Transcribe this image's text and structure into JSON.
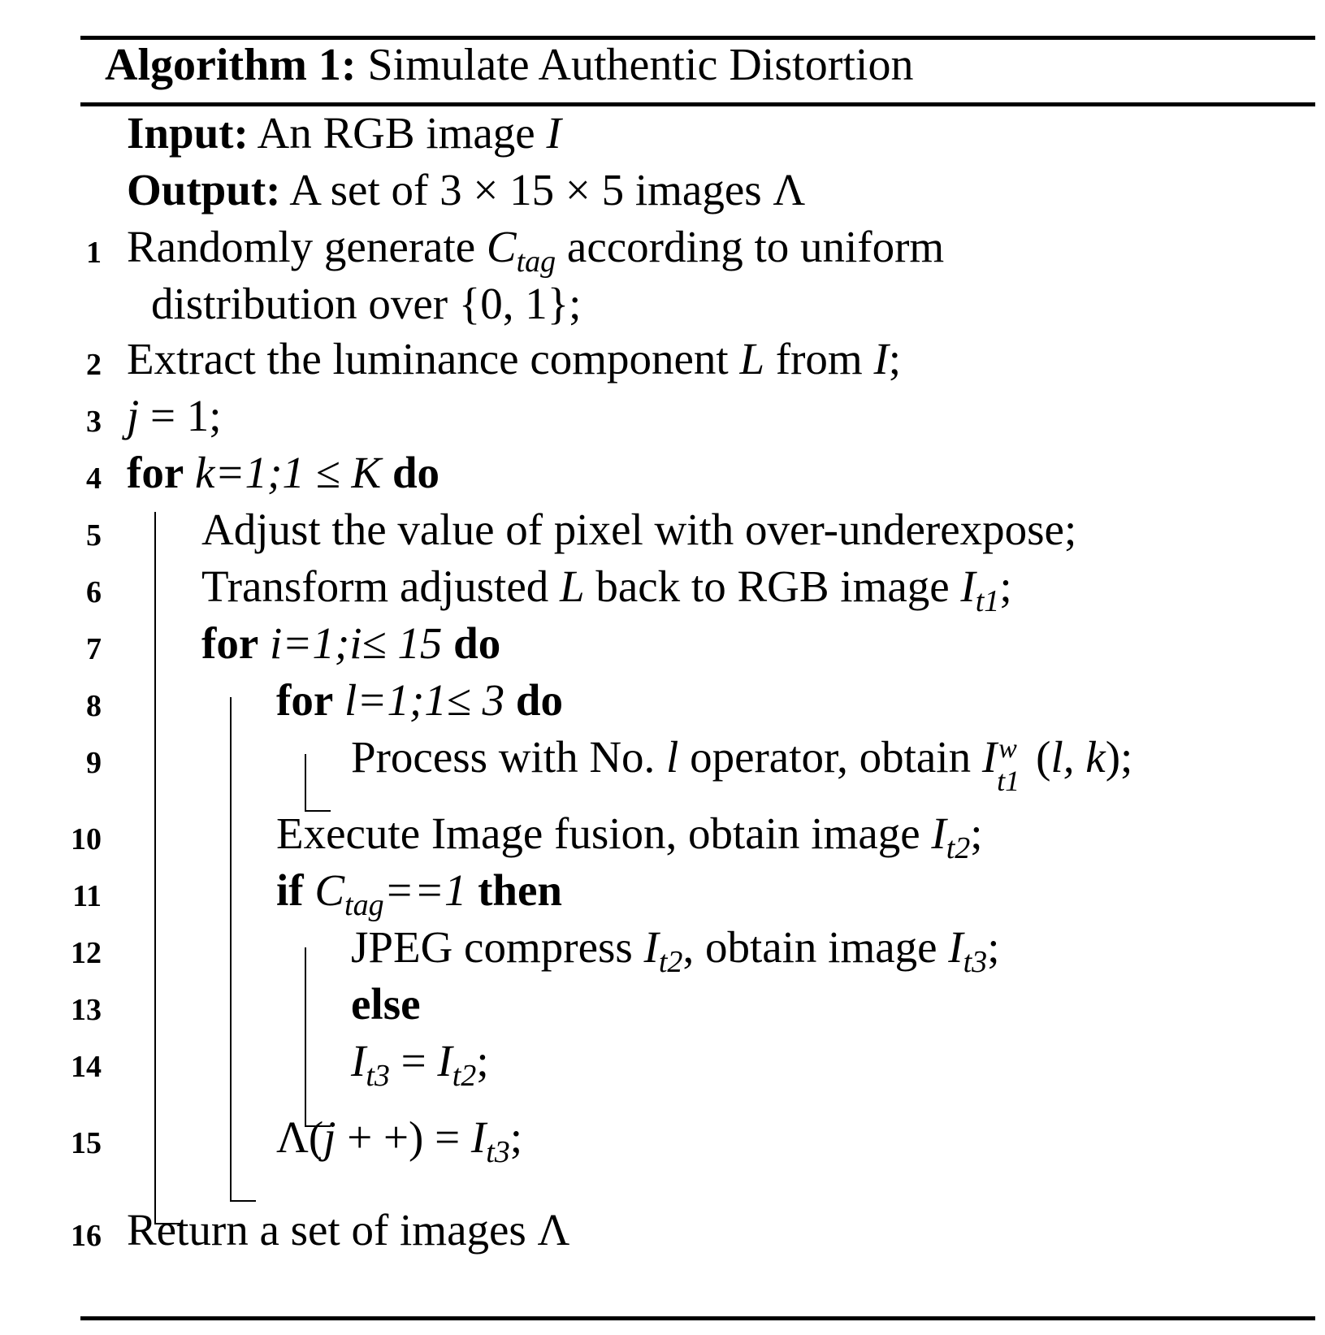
{
  "algorithm": {
    "label": "Algorithm 1:",
    "title": "Simulate Authentic Distortion"
  },
  "input": {
    "label": "Input:",
    "text": "An RGB image ",
    "var": "I"
  },
  "output": {
    "label": "Output:",
    "text": "A set of 3 × 15 × 5 images Λ"
  },
  "lines": {
    "l1": {
      "no": "1",
      "a": "Randomly generate ",
      "var": "C",
      "sub": "tag",
      "b": " according to uniform",
      "cont": "distribution over {0, 1};"
    },
    "l2": {
      "no": "2",
      "a": "Extract the luminance component ",
      "var1": "L",
      "b": " from ",
      "var2": "I",
      "c": ";"
    },
    "l3": {
      "no": "3",
      "var": "j",
      "a": " = 1;"
    },
    "l4": {
      "no": "4",
      "kw1": "for",
      "expr": " k=1;1 ≤ K ",
      "kw2": "do"
    },
    "l5": {
      "no": "5",
      "text": "Adjust the value of pixel with over-underexpose;"
    },
    "l6": {
      "no": "6",
      "a": "Transform adjusted ",
      "var": "L",
      "b": " back to RGB image ",
      "var2": "I",
      "sub": "t1",
      "c": ";"
    },
    "l7": {
      "no": "7",
      "kw1": "for",
      "expr": " i=1;i≤ 15 ",
      "kw2": "do"
    },
    "l8": {
      "no": "8",
      "kw1": "for",
      "expr": " l=1;1≤ 3 ",
      "kw2": "do"
    },
    "l9": {
      "no": "9",
      "a": "Process with No. ",
      "var": "l",
      "b": " operator, obtain ",
      "var2": "I",
      "sup": "w",
      "sub": "t1",
      "c": "(",
      "args": "l, k",
      "d": ");"
    },
    "l10": {
      "no": "10",
      "a": "Execute Image fusion, obtain image ",
      "var": "I",
      "sub": "t2",
      "b": ";"
    },
    "l11": {
      "no": "11",
      "kw1": "if",
      "var": " C",
      "sub": "tag",
      "expr": "==1 ",
      "kw2": "then"
    },
    "l12": {
      "no": "12",
      "a": "JPEG compress ",
      "var": "I",
      "sub": "t2",
      "b": ", obtain image ",
      "var2": "I",
      "sub2": "t3",
      "c": ";"
    },
    "l13": {
      "no": "13",
      "kw": "else"
    },
    "l14": {
      "no": "14",
      "var": "I",
      "sub": "t3",
      "a": " = ",
      "var2": "I",
      "sub2": "t2",
      "b": ";"
    },
    "l15": {
      "no": "15",
      "a": "Λ(",
      "var": "j",
      "b": " + +) = ",
      "var2": "I",
      "sub": "t3",
      "c": ";"
    },
    "l16": {
      "no": "16",
      "text": "Return a set of images Λ"
    }
  }
}
